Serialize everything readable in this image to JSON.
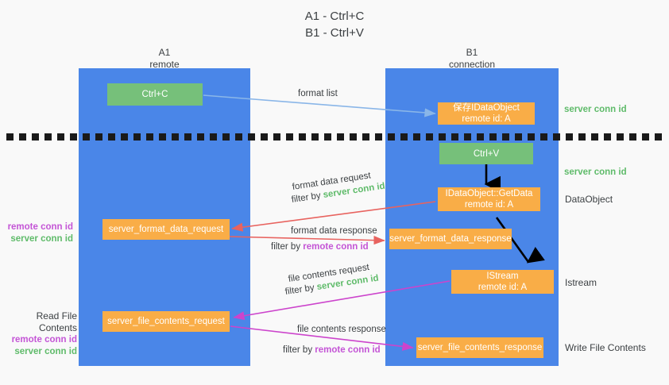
{
  "title": {
    "line1": "A1 - Ctrl+C",
    "line2": "B1 - Ctrl+V"
  },
  "lanes": [
    {
      "id": "a1",
      "name": "A1",
      "sub": "remote"
    },
    {
      "id": "b1",
      "name": "B1",
      "sub": "connection"
    }
  ],
  "boxes": {
    "ctrl_c": {
      "line1": "Ctrl+C",
      "line2": ""
    },
    "ctrl_v": {
      "line1": "Ctrl+V",
      "line2": ""
    },
    "idataobject_create": {
      "line1": "保存IDataObject",
      "line2": "remote id: A"
    },
    "idataobject_getdata": {
      "line1": "IDataObject::GetData",
      "line2": "remote id: A"
    },
    "istream": {
      "line1": "IStream",
      "line2": "remote id: A"
    },
    "server_format_data_request": {
      "line1": "server_format_data_request",
      "line2": ""
    },
    "server_format_data_response": {
      "line1": "server_format_data_response",
      "line2": ""
    },
    "server_file_contents_request": {
      "line1": "server_file_contents_request",
      "line2": ""
    },
    "server_file_contents_response": {
      "line1": "server_file_contents_response",
      "line2": ""
    }
  },
  "right_labels": {
    "server_conn_id_top": "server conn id",
    "server_conn_id_mid": "server conn id",
    "dataobject": "DataObject",
    "istream": "Istream",
    "write_file_contents": "Write File Contents"
  },
  "left_labels": {
    "remote_conn_id_1": "remote conn id",
    "server_conn_id_1": "server conn id",
    "read_file_contents": "Read File Contents",
    "remote_conn_id_2": "remote conn id",
    "server_conn_id_2": "server conn id"
  },
  "edge_labels": {
    "format_list": "format list",
    "format_data_request": "format data request",
    "format_data_request_filter_prefix": "filter by ",
    "format_data_request_filter_value": "server conn id",
    "format_data_response": "format data response",
    "format_data_response_filter_prefix": "filter by ",
    "format_data_response_filter_value": "remote conn id",
    "file_contents_request": "file contents request",
    "file_contents_request_filter_prefix": "filter by ",
    "file_contents_request_filter_value": "server conn id",
    "file_contents_response": "file contents response",
    "file_contents_response_filter_prefix": "filter by ",
    "file_contents_response_filter_value": "remote conn id"
  },
  "colors": {
    "lane": "#4a86e8",
    "green_box": "#76c07a",
    "orange_box": "#f9ad47",
    "green_text": "#5fbb6a",
    "magenta_text": "#c455d6",
    "red_arrow": "#e8635f",
    "magenta_arrow": "#cc44cc",
    "blue_arrow": "#8ab6e8",
    "black_arrow": "#000000",
    "background": "#f9f9f9"
  }
}
